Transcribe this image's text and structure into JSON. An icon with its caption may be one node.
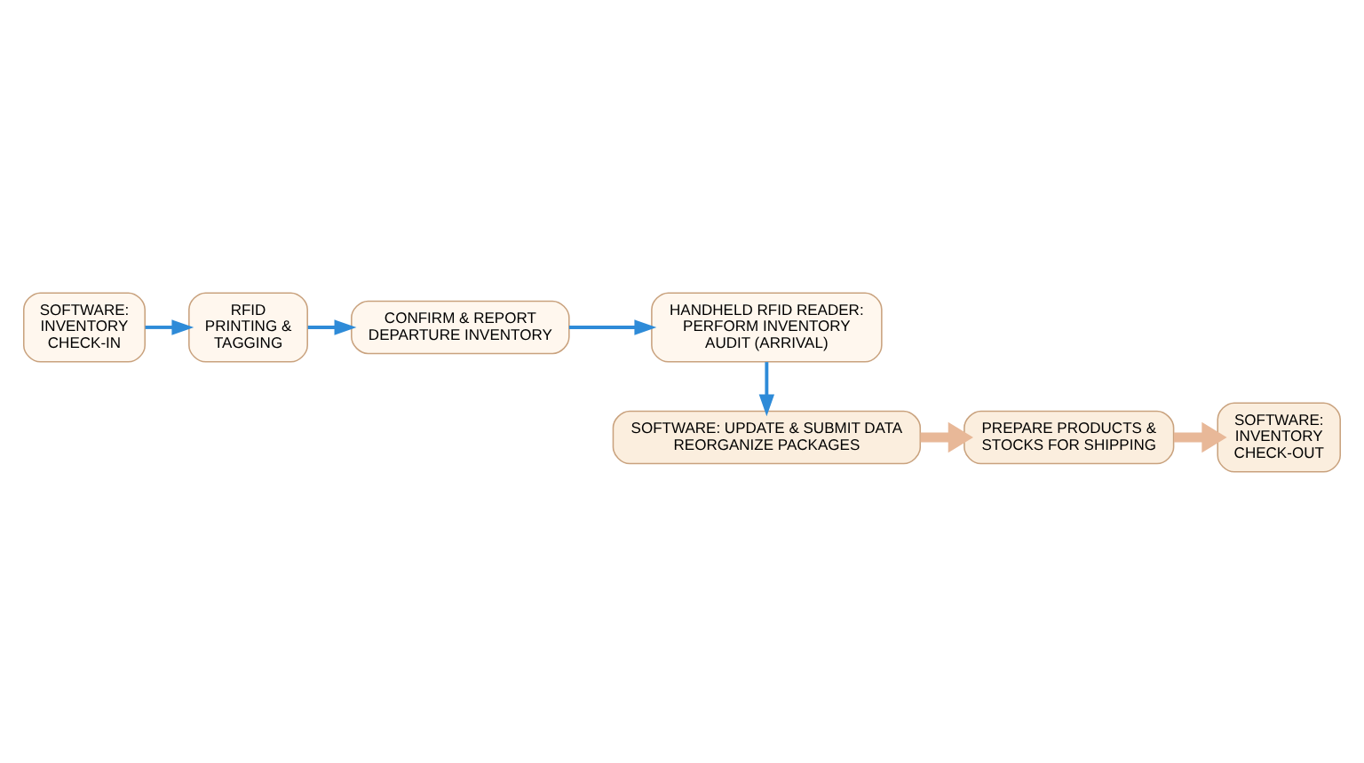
{
  "diagram": {
    "nodes": [
      {
        "text": [
          "SOFTWARE: INVENTORY CHECK-IN"
        ]
      },
      {
        "text": [
          "RFID PRINTING & TAGGING"
        ]
      },
      {
        "text": [
          "CONFIRM & REPORT DEPARTURE INVENTORY"
        ]
      },
      {
        "text": [
          "HANDHELD RFID READER: PERFORM INVENTORY AUDIT (ARRIVAL)"
        ]
      },
      {
        "text": [
          "SOFTWARE: UPDATE & SUBMIT DATA",
          "REORGANIZE PACKAGES"
        ]
      },
      {
        "text": [
          "PREPARE PRODUCTS & STOCKS FOR SHIPPING"
        ]
      },
      {
        "text": [
          "SOFTWARE: INVENTORY CHECK-OUT"
        ]
      }
    ],
    "edges": [
      {
        "from": 0,
        "to": 1,
        "arrow": "to"
      },
      {
        "from": 1,
        "to": 2,
        "arrow": "to"
      },
      {
        "from": 2,
        "to": 3,
        "arrow": "to"
      },
      {
        "from": 3,
        "to": 4,
        "arrow": "to"
      },
      {
        "from": 4,
        "to": 5,
        "arrow": "to",
        "style": "thick",
        "color": "#e8b898"
      },
      {
        "from": 5,
        "to": 6,
        "arrow": "to",
        "style": "thick",
        "color": "#e8b898"
      }
    ]
  }
}
